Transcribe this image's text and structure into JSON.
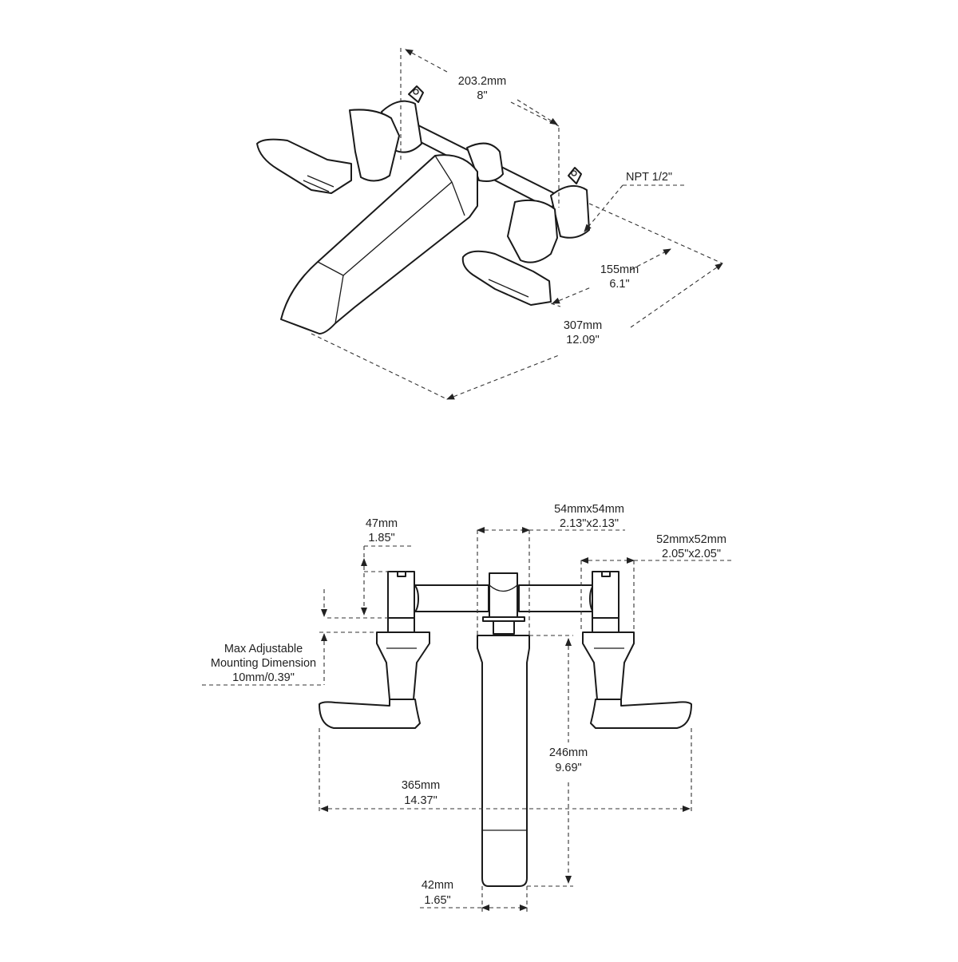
{
  "isometric_view": {
    "dims": {
      "spread": [
        "203.2mm",
        "8\""
      ],
      "connection": [
        "NPT 1/2\""
      ],
      "depth": [
        "155mm",
        "6.1\""
      ],
      "overall_reach": [
        "307mm",
        "12.09\""
      ]
    }
  },
  "front_view": {
    "dims": {
      "valve_height": [
        "47mm",
        "1.85\""
      ],
      "spout_plate": [
        "54mmx54mm",
        "2.13\"x2.13\""
      ],
      "handle_plate": [
        "52mmx52mm",
        "2.05\"x2.05\""
      ],
      "mounting": [
        "Max Adjustable",
        "Mounting Dimension",
        "10mm/0.39\""
      ],
      "spout_length": [
        "246mm",
        "9.69\""
      ],
      "overall_width": [
        "365mm",
        "14.37\""
      ],
      "spout_width": [
        "42mm",
        "1.65\""
      ]
    }
  }
}
